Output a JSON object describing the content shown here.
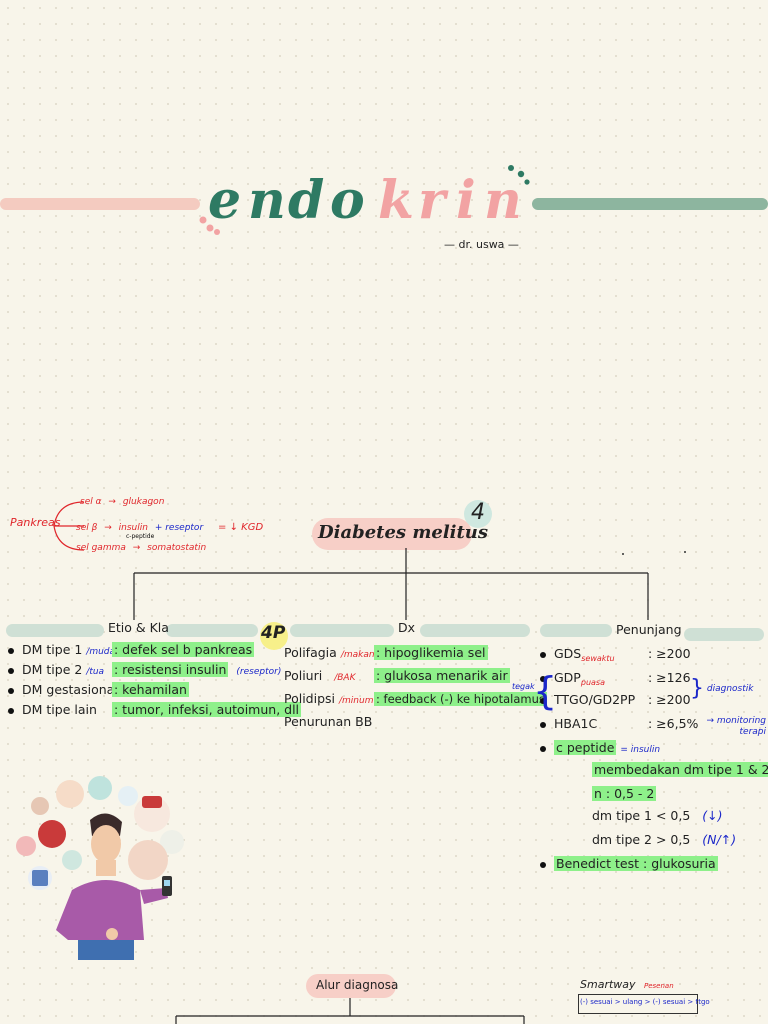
{
  "colors": {
    "green": "#2e7a63",
    "pink": "#f2a3a3",
    "sage": "#8db59f",
    "salmon": "#f4cbc0",
    "highlight": "#8ef08a",
    "red": "#e0262b",
    "blue": "#1b27c9"
  },
  "header": {
    "title_green": [
      "e",
      "n",
      "d",
      "o"
    ],
    "title_pink": [
      "k",
      "r",
      "i",
      "n"
    ],
    "author": "— dr. uswa —"
  },
  "pancreas": {
    "label": "Pankreas",
    "alpha": {
      "cell": "sel α",
      "arrow": "→",
      "hormone": "glukagon"
    },
    "beta": {
      "cell": "sel β",
      "arrow": "→",
      "hormone": "insulin",
      "sub": "c-peptide",
      "extra": "+ reseptor",
      "result": "= ↓ KGD"
    },
    "gamma": {
      "cell": "sel gamma",
      "arrow": "→",
      "hormone": "somatostatin"
    }
  },
  "main": {
    "title": "Diabetes melitus",
    "badge": "4",
    "badge_4p": "4P",
    "columns": {
      "etio": "Etio & Kla",
      "dx": "Dx",
      "penunjang": "Penunjang"
    }
  },
  "etio": [
    {
      "type": "DM tipe 1",
      "note": "/muda",
      "desc": ": defek sel b pankreas",
      "extra": ""
    },
    {
      "type": "DM tipe 2",
      "note": "/tua",
      "desc": ": resistensi insulin",
      "extra": "(reseptor)"
    },
    {
      "type": "DM gestasional",
      "note": "",
      "desc": ": kehamilan",
      "extra": ""
    },
    {
      "type": "DM tipe lain",
      "note": "",
      "desc": ": tumor, infeksi, autoimun, dll",
      "extra": ""
    }
  ],
  "dx": [
    {
      "term": "Polifagia",
      "note": "/makan",
      "desc": ": hipoglikemia sel"
    },
    {
      "term": "Poliuri",
      "note": "/BAK",
      "desc": ": glukosa menarik air"
    },
    {
      "term": "Polidipsi",
      "note": "/minum",
      "desc": ": feedback (-) ke hipotalamus"
    },
    {
      "term": "Penurunan BB",
      "note": "",
      "desc": ""
    }
  ],
  "penunjang": {
    "tests": [
      {
        "name": "GDS",
        "sub": "sewaktu",
        "value": ": ≥200"
      },
      {
        "name": "GDP",
        "sub": "puasa",
        "value": ": ≥126"
      },
      {
        "name": "TTGO/GD2PP",
        "sub": "",
        "value": ": ≥200"
      },
      {
        "name": "HBA1C",
        "sub": "",
        "value": ": ≥6,5%"
      }
    ],
    "diagnostik": "diagnostik",
    "tegak": "tegak",
    "monitoring": "→ monitoring terapi",
    "cpeptide": {
      "label": "c peptide",
      "note": "= insulin",
      "lines": [
        "membedakan dm tipe 1 & 2",
        "n : 0,5 - 2"
      ]
    },
    "dm1": {
      "label": "dm tipe 1 < 0,5",
      "note": "(↓)"
    },
    "dm2": {
      "label": "dm tipe 2 > 0,5",
      "note": "(N/↑)"
    },
    "benedict": "Benedict test : glukosuria"
  },
  "footer": {
    "alur": "Alur diagnosa",
    "smartway": "Smartway",
    "smartway_tag": "Pesenan",
    "smartway_text": "(-) sesuai > ulang > (-) sesuai > ttgo"
  }
}
